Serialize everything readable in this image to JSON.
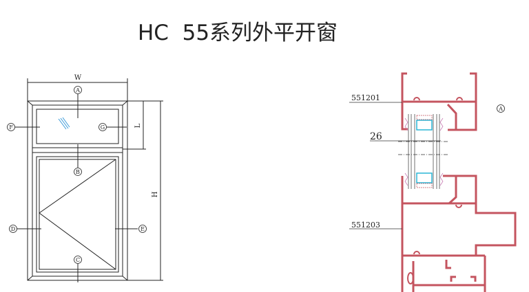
{
  "title": "HC  55系列外平开窗",
  "elevation": {
    "dimension_width": "W",
    "dimension_height": "H",
    "dimension_transom": "L",
    "markers": [
      "A",
      "B",
      "C",
      "D",
      "E",
      "F",
      "G"
    ]
  },
  "section": {
    "profile_top": "551201",
    "profile_bottom": "551203",
    "glass_thickness": "26",
    "section_marker": "A",
    "profile_color": "#c4545f",
    "glass_spacer_color": "#29b6d6"
  }
}
